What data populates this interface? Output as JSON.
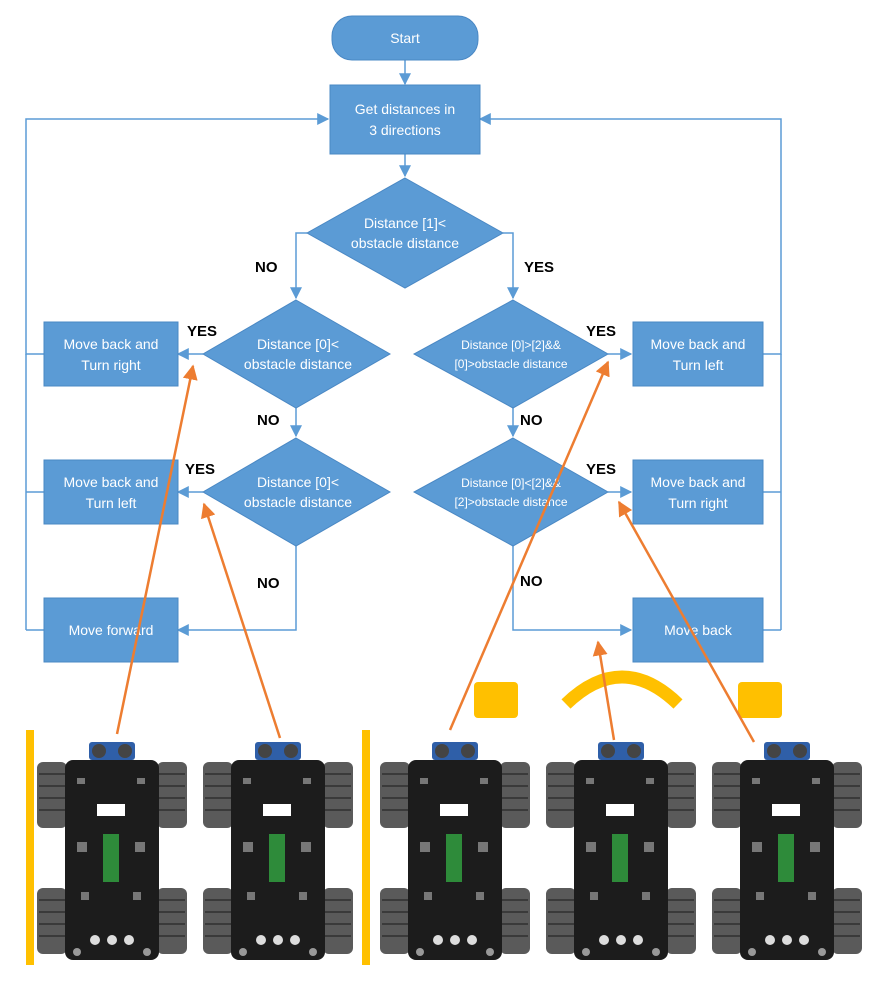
{
  "colors": {
    "node_fill": "#5b9bd5",
    "node_stroke": "#4a88c4",
    "connector": "#5b9bd5",
    "orange_arrow": "#ed7d31",
    "obstacle_yellow": "#ffc000",
    "robot_board": "#1c1c1c",
    "robot_pcb": "#2e8b3a",
    "sensor_blue": "#2f5fa8",
    "wheel": "#5a5a5a"
  },
  "nodes": {
    "start": "Start",
    "get_distances": [
      "Get distances in",
      "3 directions"
    ],
    "check_front": [
      "Distance [1]<",
      "obstacle distance"
    ],
    "check_left_1": [
      "Distance [0]<",
      "obstacle distance"
    ],
    "check_left_2": [
      "Distance [0]<",
      "obstacle distance"
    ],
    "check_right_1": [
      "Distance [0]>[2]&&",
      "[0]>obstacle distance"
    ],
    "check_right_2": [
      "Distance [0]<[2]&&",
      "[2]>obstacle distance"
    ],
    "back_turn_right_1": [
      "Move back and",
      "Turn right"
    ],
    "back_turn_left_1": [
      "Move back and",
      "Turn left"
    ],
    "move_forward": "Move forward",
    "back_turn_left_2": [
      "Move back and",
      "Turn left"
    ],
    "back_turn_right_2": [
      "Move back and",
      "Turn right"
    ],
    "move_back": "Move back"
  },
  "labels": {
    "no_front": "NO",
    "yes_front": "YES",
    "yes_left_1": "YES",
    "no_left_1": "NO",
    "yes_left_2": "YES",
    "no_left_2": "NO",
    "yes_right_1": "YES",
    "no_right_1": "NO",
    "yes_right_2": "YES",
    "no_right_2": "NO"
  },
  "illustrations": {
    "robots": [
      "robot-1",
      "robot-2",
      "robot-3",
      "robot-4",
      "robot-5"
    ],
    "obstacles": [
      "wall-left-1",
      "wall-left-2",
      "block-3",
      "arc-4",
      "block-5"
    ]
  }
}
